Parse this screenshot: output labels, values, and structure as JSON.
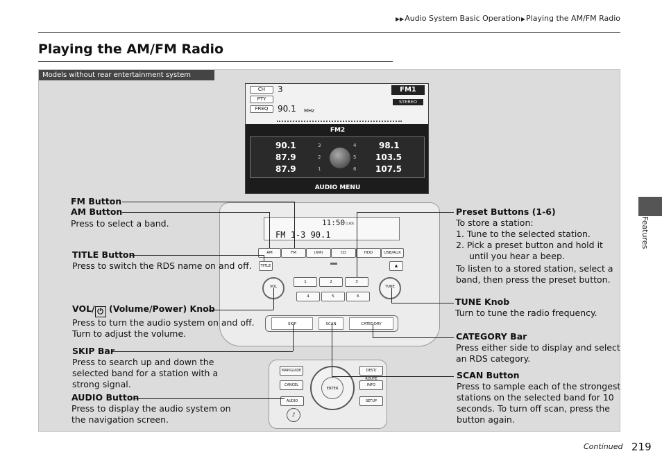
{
  "breadcrumb": {
    "items": [
      "Audio System Basic Operation",
      "Playing the AM/FM Radio"
    ]
  },
  "title": "Playing the AM/FM Radio",
  "panel_tag": "Models without rear entertainment system",
  "screen": {
    "ch_label": "CH",
    "pty_label": "PTY",
    "freq_label": "FREQ",
    "ch_value": "3",
    "freq_value": "90.1",
    "unit": "MHz",
    "band_badge": "FM1",
    "stereo": "STEREO",
    "band_tab": "FM2",
    "presets": [
      "90.1",
      "87.9",
      "87.9",
      "98.1",
      "103.5",
      "107.5"
    ],
    "preset_nums": [
      "3",
      "2",
      "1",
      "4",
      "5",
      "6"
    ],
    "menu": "AUDIO MENU"
  },
  "unit": {
    "lcd_time": "11:50",
    "lcd_clock": "CLOCK",
    "lcd_line": "FM 1-3   90.1",
    "buttons": [
      "AM",
      "FM",
      "(XM)",
      "CD",
      "HDD",
      "USB/AUX"
    ],
    "title_btn": "TITLE",
    "eject": "▲",
    "presets": [
      "1",
      "2",
      "3",
      "4",
      "5",
      "6"
    ],
    "vol": "VOL",
    "tune": "TUNE",
    "skip": "SKIP",
    "scan": "SCAN",
    "category": "CATEGORY",
    "nav": {
      "map_guide": "MAP/GUIDE",
      "cancel": "CANCEL",
      "dest_route": "DEST/ ROUTE",
      "info": "INFO",
      "audio": "AUDIO",
      "setup": "SETUP",
      "enter": "ENTER"
    }
  },
  "annotations": {
    "fm": {
      "title": "FM Button"
    },
    "am": {
      "title": "AM Button",
      "desc": "Press to select a band."
    },
    "title_btn": {
      "title": "TITLE Button",
      "desc": "Press to switch the RDS name on and off."
    },
    "vol": {
      "title_pre": "VOL/",
      "title_post": "(Volume/Power) Knob",
      "desc1": "Press to turn the audio system on and off.",
      "desc2": "Turn to adjust the volume."
    },
    "skip": {
      "title": "SKIP Bar",
      "desc1": "Press to search up and down the",
      "desc2": "selected band for a station with a",
      "desc3": "strong signal."
    },
    "audio": {
      "title": "AUDIO Button",
      "desc1": "Press to display the audio system on",
      "desc2": "the navigation screen."
    },
    "preset": {
      "title": "Preset Buttons (1-6)",
      "l1": "To store a station:",
      "l2": "1.  Tune to the selected station.",
      "l3": "2.  Pick a preset button and hold it",
      "l4": "until you hear a beep.",
      "l5": "To listen to a stored station, select a",
      "l6": "band, then press the preset button."
    },
    "tune": {
      "title": "TUNE Knob",
      "desc": "Turn to tune the radio frequency."
    },
    "category": {
      "title": "CATEGORY Bar",
      "desc1": "Press either side to display and select",
      "desc2": "an RDS category."
    },
    "scan": {
      "title": "SCAN Button",
      "desc1": "Press to sample each of the strongest",
      "desc2": "stations on the selected band for 10",
      "desc3": "seconds. To turn off scan, press the",
      "desc4": "button again."
    }
  },
  "side_label": "Features",
  "footer": {
    "continued": "Continued",
    "page": "219"
  }
}
